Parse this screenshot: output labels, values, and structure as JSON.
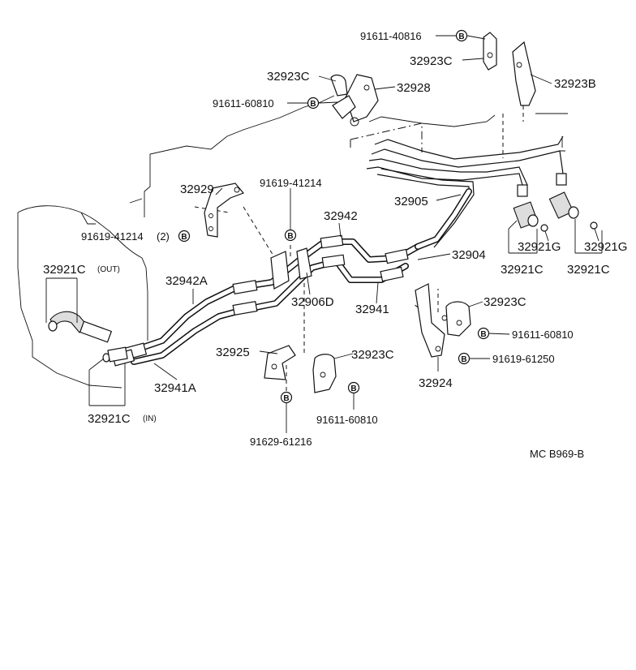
{
  "diagram": {
    "reference_code": "MC  B969-B",
    "bolt_symbol": "B",
    "labels": {
      "p91611_40816": "91611-40816",
      "p32923C_top": "32923C",
      "p32923B": "32923B",
      "p32923C_mid": "32923C",
      "p32928": "32928",
      "p91611_60810_top": "91611-60810",
      "p32929": "32929",
      "p91619_41214_a": "91619-41214",
      "p91619_41214_b": "91619-41214",
      "qty_2": "(2)",
      "p32942": "32942",
      "p32905": "32905",
      "p32904": "32904",
      "p32921C_out": "32921C",
      "out_tag": "(OUT)",
      "p32942A": "32942A",
      "p32906D": "32906D",
      "p32941": "32941",
      "p32921G_a": "32921G",
      "p32921G_b": "32921G",
      "p32921C_r1": "32921C",
      "p32921C_r2": "32921C",
      "p32923C_right": "32923C",
      "p91611_60810_right": "91611-60810",
      "p91619_61250": "91619-61250",
      "p32924": "32924",
      "p32925": "32925",
      "p32923C_low": "32923C",
      "p32941A": "32941A",
      "p91611_60810_low": "91611-60810",
      "p32921C_in": "32921C",
      "in_tag": "(IN)",
      "p91629_61216": "91629-61216"
    }
  }
}
